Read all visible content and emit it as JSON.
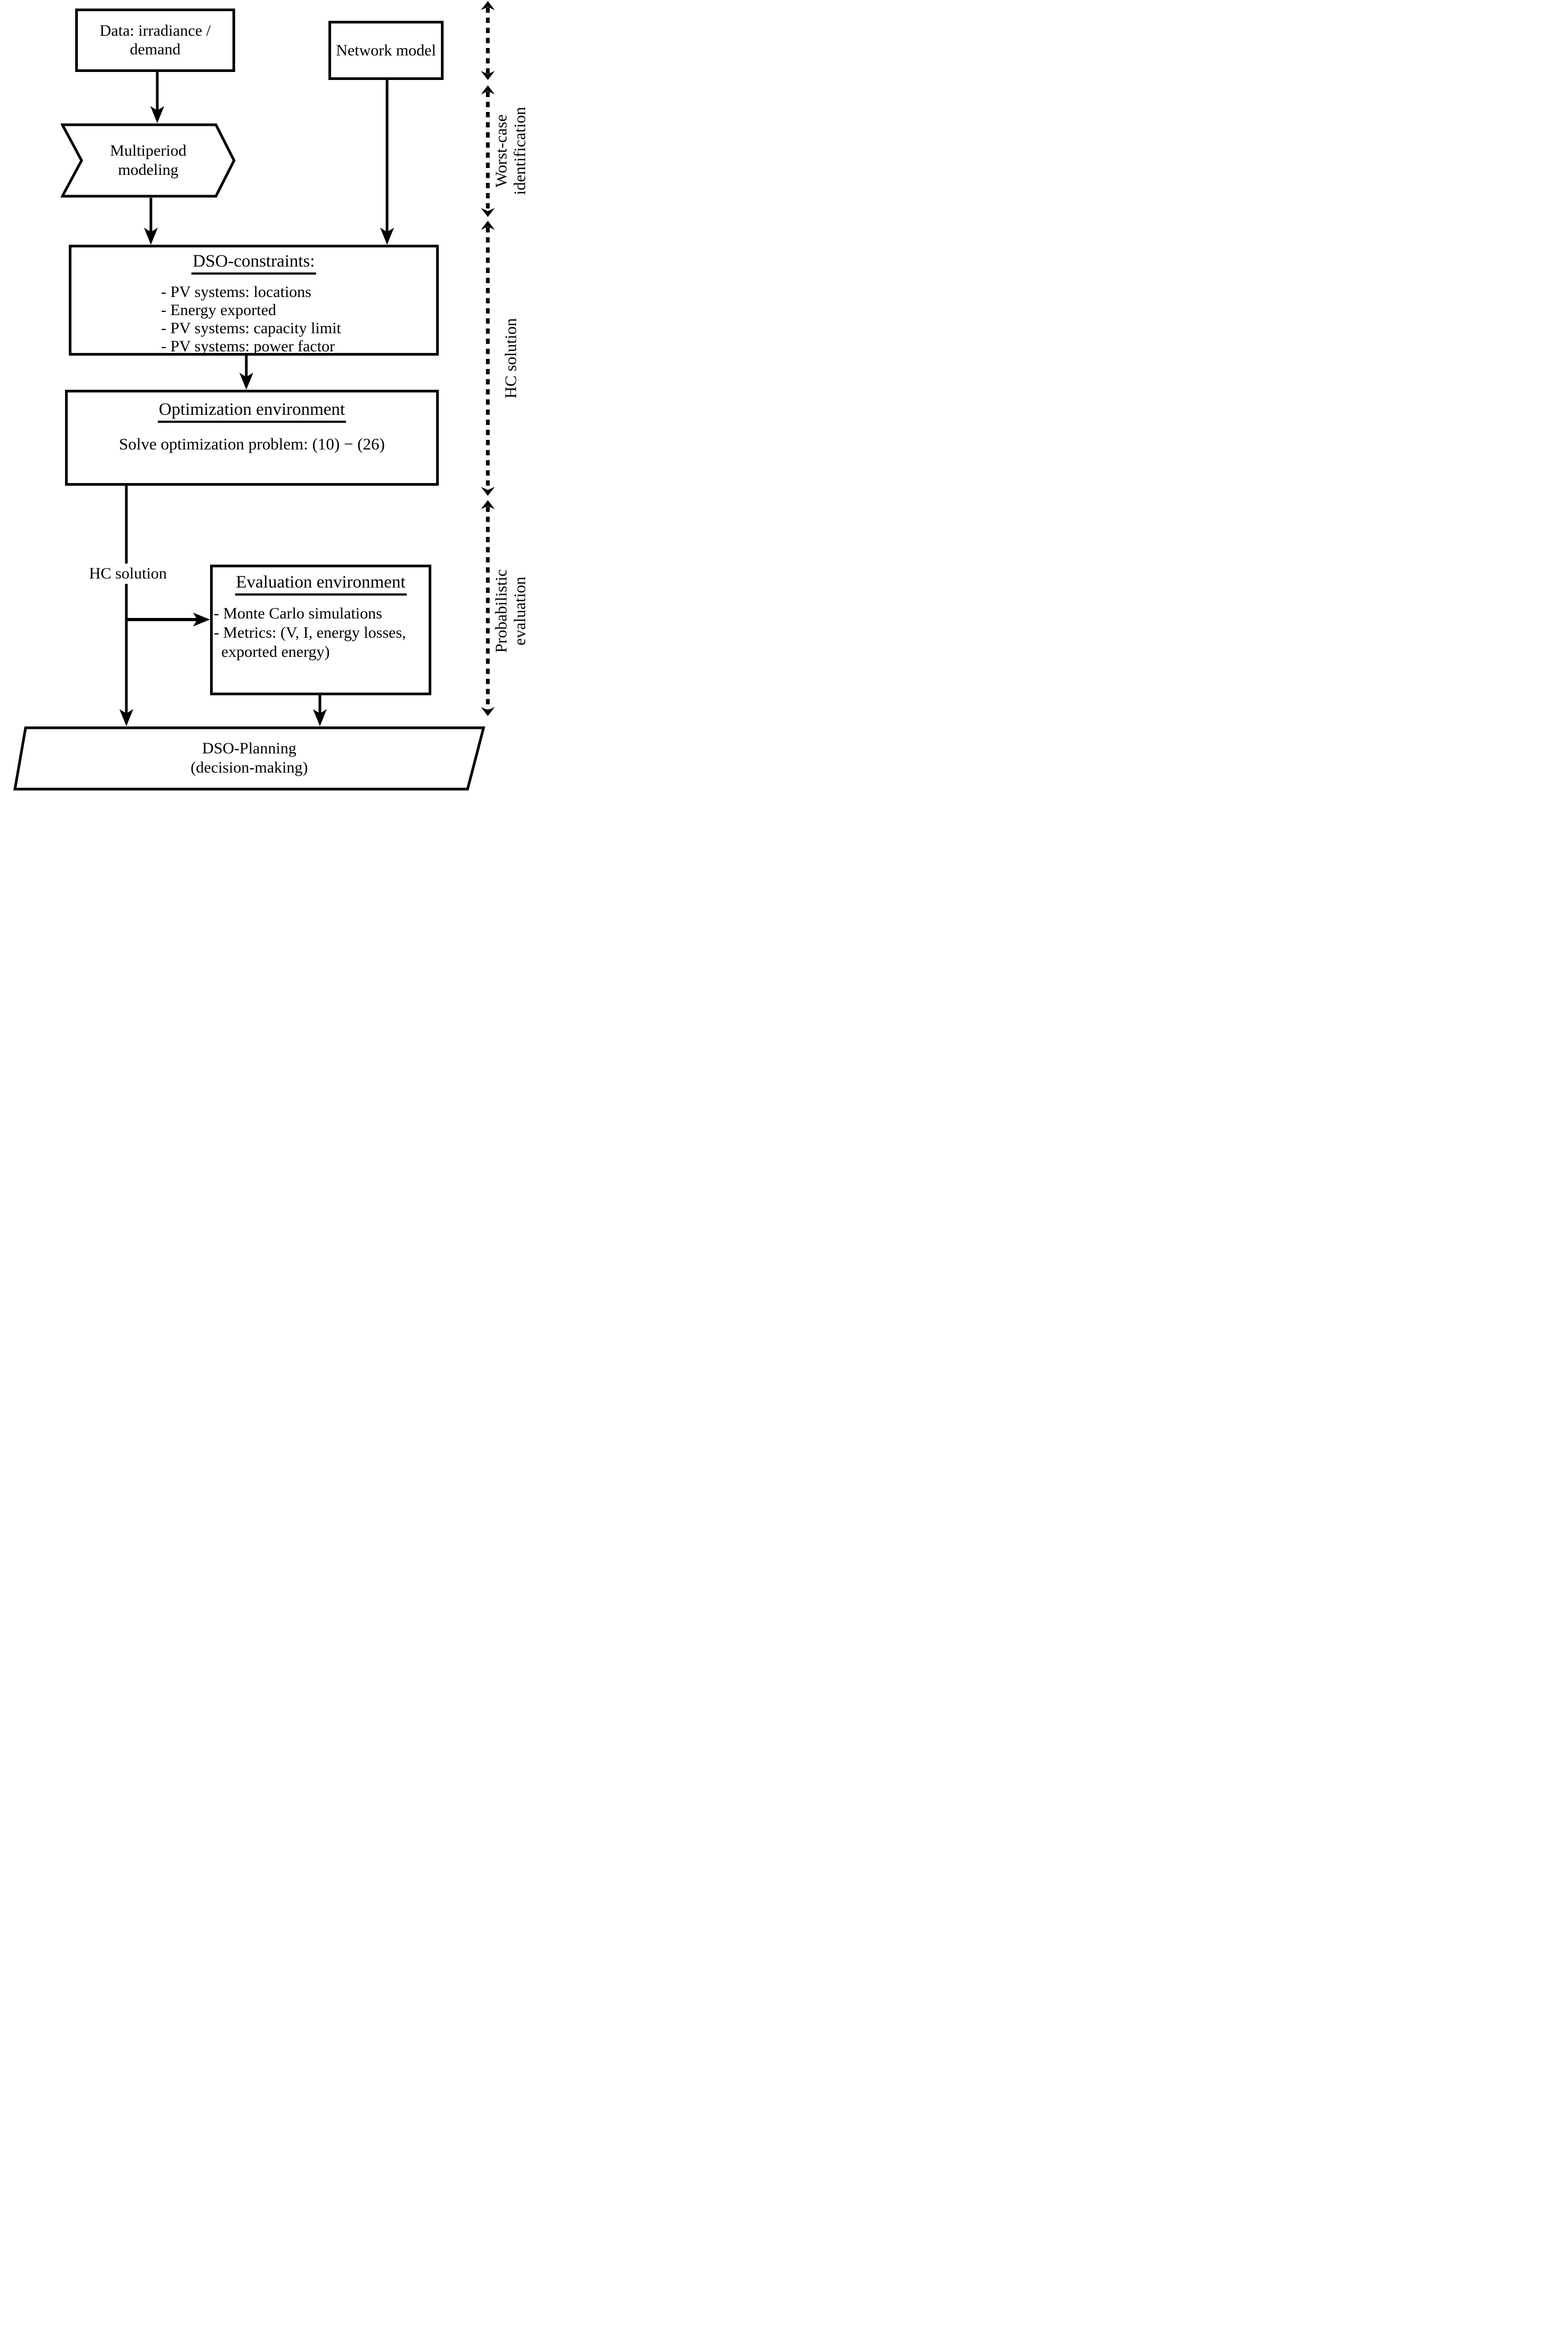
{
  "diagram": {
    "colors": {
      "ink": "#000000",
      "background": "#ffffff"
    },
    "nodes": {
      "data": {
        "line1": "Data: irradiance /",
        "line2": "demand"
      },
      "network": {
        "label": "Network model"
      },
      "multiperiod": {
        "line1": "Multiperiod",
        "line2": "modeling"
      },
      "dso": {
        "title": "DSO-constraints:",
        "items": [
          "- PV systems: locations",
          "- Energy exported",
          "- PV systems: capacity limit",
          "- PV systems: power factor"
        ]
      },
      "optimization": {
        "title": "Optimization environment",
        "body": "Solve optimization problem: (10)  −  (26)"
      },
      "evaluation": {
        "title": "Evaluation environment",
        "items": [
          "- Monte Carlo simulations",
          "- Metrics: (V, I, energy losses,",
          "exported energy)"
        ]
      },
      "planning": {
        "line1": "DSO-Planning",
        "line2": "(decision-making)"
      }
    },
    "edges": {
      "hc_solution_label": "HC solution"
    },
    "phases": {
      "worst_case": {
        "line1": "Worst-case",
        "line2": "identification"
      },
      "hc": {
        "label": "HC solution"
      },
      "probabilistic": {
        "line1": "Probabilistic",
        "line2": "evaluation"
      }
    }
  }
}
